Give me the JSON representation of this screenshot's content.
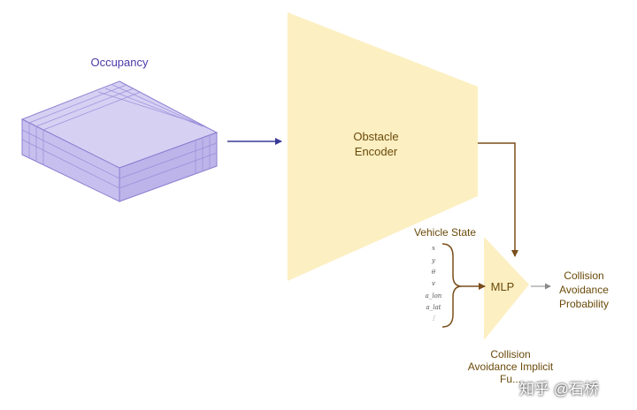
{
  "occupancy": {
    "label": "Occupancy"
  },
  "encoder": {
    "label": "Obstacle Encoder"
  },
  "vehicle_state": {
    "label": "Vehicle State",
    "variables": [
      "x",
      "y",
      "θ",
      "v",
      "a_lon",
      "a_lat",
      "⋮"
    ]
  },
  "mlp": {
    "label": "MLP"
  },
  "output": {
    "label": "Collision Avoidance Probability"
  },
  "implicit": {
    "label": "Collision Avoidance Implicit Fu..."
  },
  "watermark": {
    "text": "知乎 @石桥"
  },
  "colors": {
    "occupancy_fill": "#cfc8f0",
    "occupancy_stroke": "#8a7fd0",
    "block_fill": "#fcefc2",
    "arrow_blue": "#3a3a9a",
    "arrow_brown": "#7a4e1a"
  }
}
